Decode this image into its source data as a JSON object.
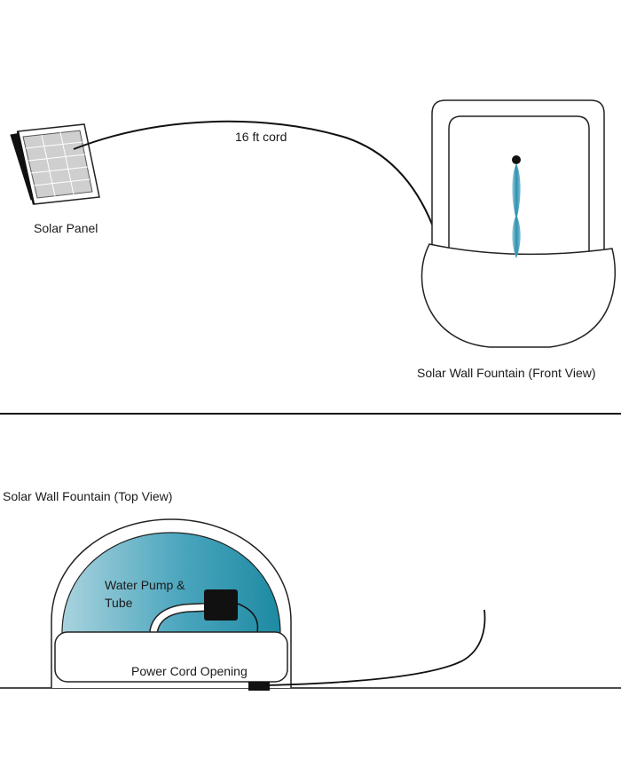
{
  "labels": {
    "cord_length": "16 ft cord",
    "solar_panel": "Solar Panel",
    "front_view": "Solar Wall Fountain (Front View)",
    "top_view": "Solar Wall Fountain (Top View)",
    "pump_line1": "Water Pump &",
    "pump_line2": "Tube",
    "cord_opening": "Power Cord Opening"
  },
  "colors": {
    "water_light": "#a9d3de",
    "water_dark": "#1e8aa3",
    "outline": "#222222",
    "pump": "#111111"
  }
}
